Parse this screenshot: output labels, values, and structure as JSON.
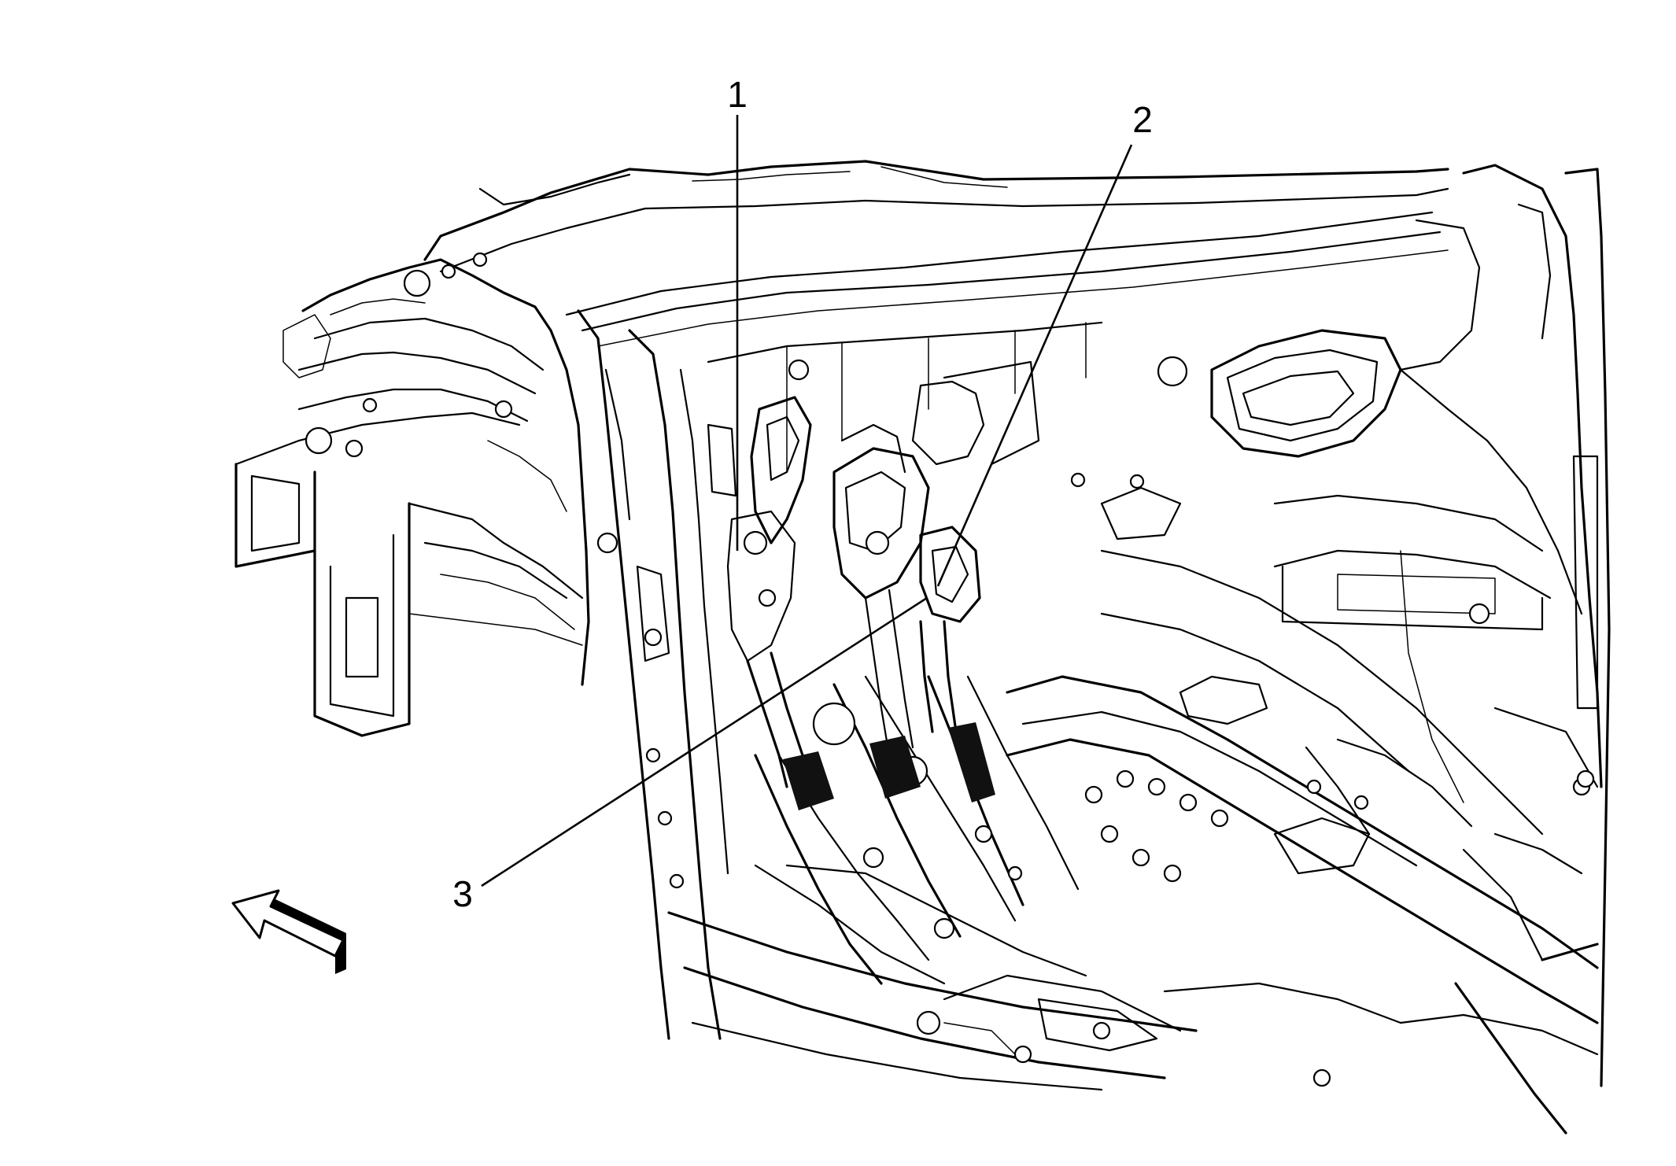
{
  "callouts": [
    {
      "id": "1",
      "label": "1"
    },
    {
      "id": "2",
      "label": "2"
    },
    {
      "id": "3",
      "label": "3"
    }
  ],
  "direction_arrow_icon": "front-direction-arrow-icon",
  "colors": {
    "line": "#000000",
    "background": "#ffffff"
  }
}
